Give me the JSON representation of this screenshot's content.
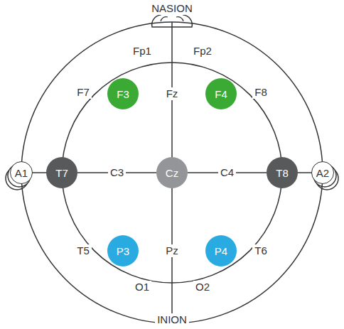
{
  "diagram": {
    "nodes": [
      {
        "text": [
          "F3"
        ]
      },
      {
        "text": [
          "F4"
        ]
      },
      {
        "text": [
          "A1"
        ]
      },
      {
        "text": [
          "T7"
        ]
      },
      {
        "text": [
          "Cz"
        ]
      },
      {
        "text": [
          "T8"
        ]
      },
      {
        "text": [
          "A2"
        ]
      },
      {
        "text": [
          "P3"
        ]
      },
      {
        "text": [
          "P4"
        ]
      }
    ],
    "edges": [
      {
        "from": 3,
        "to": 4,
        "arrow": "none",
        "label": "C3"
      },
      {
        "from": 4,
        "to": 5,
        "arrow": "none",
        "label": "C4"
      }
    ],
    "labels": [
      "NASION",
      "Fp1",
      "Fp2",
      "F7",
      "Fz",
      "F8",
      "T5",
      "Pz",
      "T6",
      "O1",
      "O2",
      "INION"
    ]
  }
}
